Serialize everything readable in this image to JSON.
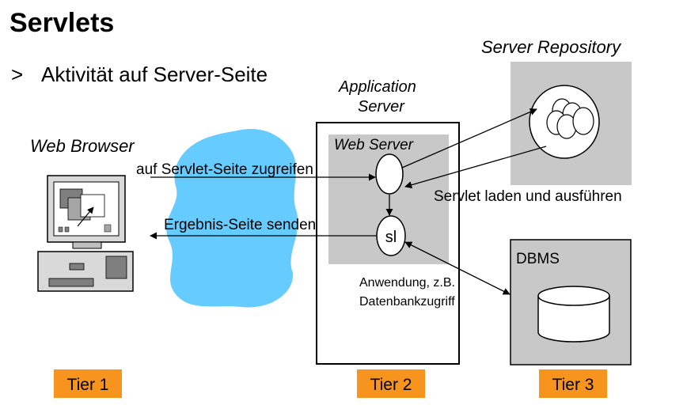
{
  "title": "Servlets",
  "bullet": {
    "marker": ">",
    "text": "Aktivität auf Server-Seite"
  },
  "labels": {
    "web_browser": "Web Browser",
    "application_server_line1": "Application",
    "application_server_line2": "Server",
    "web_server": "Web Server",
    "server_repository": "Server Repository",
    "sl": "sl",
    "dbms": "DBMS"
  },
  "arrows": {
    "request": "auf Servlet-Seite zugreifen",
    "response": "Ergebnis-Seite senden",
    "load": "Servlet laden und ausführen",
    "db_access_line1": "Anwendung, z.B.",
    "db_access_line2": "Datenbankzugriff"
  },
  "tiers": [
    "Tier 1",
    "Tier 2",
    "Tier 3"
  ],
  "colors": {
    "tier_box": "#f7941d",
    "cloud": "#66ccff",
    "gray_panel": "#c8c8c8",
    "dbms_panel": "#c8c8c8",
    "line": "#000000"
  }
}
